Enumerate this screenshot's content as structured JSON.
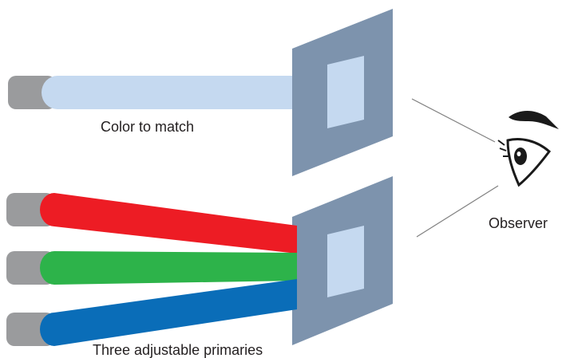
{
  "labels": {
    "color_to_match": "Color to match",
    "observer": "Observer",
    "primaries": "Three adjustable primaries"
  },
  "colors": {
    "target_beam": "#c5d9f0",
    "red_primary": "#ed1c24",
    "green_primary": "#2db34a",
    "blue_primary": "#0a6db8",
    "projector_cap": "#9a9b9d",
    "screen": "#7d93ad",
    "screen_patch": "#c5d9f0",
    "sight_line": "#808080",
    "eye": "#1a1a1a"
  },
  "icons": {
    "observer": "eye-icon"
  }
}
